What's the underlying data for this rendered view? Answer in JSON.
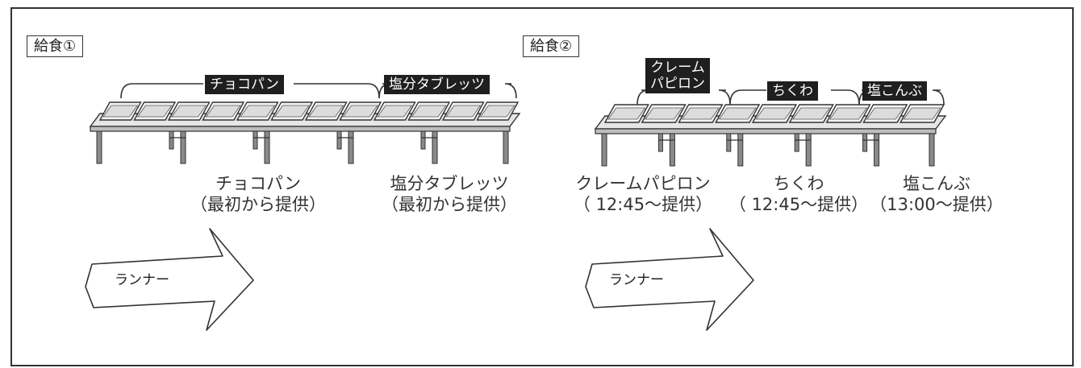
{
  "sections": [
    {
      "label": "給食①",
      "tags": [
        "チョコパン",
        "塩分タブレッツ"
      ],
      "captions": [
        {
          "line1": "チョコパン",
          "line2": "（最初から提供）"
        },
        {
          "line1": "塩分タブレッツ",
          "line2": "（最初から提供）"
        }
      ],
      "arrow_label": "ランナー"
    },
    {
      "label": "給食②",
      "tags": [
        "クレーム\nパピロン",
        "ちくわ",
        "塩こんぶ"
      ],
      "captions": [
        {
          "line1": "クレームパピロン",
          "line2": "（ 12:45〜提供）"
        },
        {
          "line1": "ちくわ",
          "line2": "（ 12:45〜提供）"
        },
        {
          "line1": "塩こんぶ",
          "line2": "（13:00〜提供）"
        }
      ],
      "arrow_label": "ランナー"
    }
  ]
}
